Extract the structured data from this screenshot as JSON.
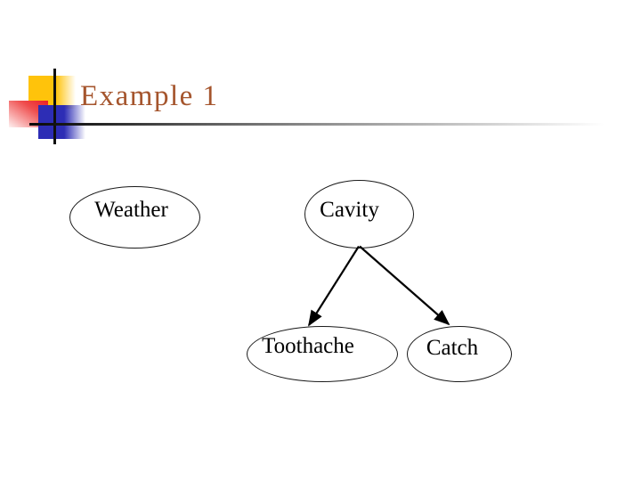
{
  "slide": {
    "title": "Example 1"
  },
  "theme": {
    "background": "#FFFFFF",
    "title_color": "#A5552D",
    "accent_yellow": "#FFC30B",
    "accent_red": "#EC1F26",
    "accent_blue": "#2D2DB5",
    "line_color": "#000000"
  },
  "diagram": {
    "type": "bayesian-network",
    "nodes": [
      {
        "id": "weather",
        "label": "Weather"
      },
      {
        "id": "cavity",
        "label": "Cavity"
      },
      {
        "id": "toothache",
        "label": "Toothache"
      },
      {
        "id": "catch",
        "label": "Catch"
      }
    ],
    "edges": [
      {
        "from": "cavity",
        "to": "toothache"
      },
      {
        "from": "cavity",
        "to": "catch"
      }
    ]
  }
}
